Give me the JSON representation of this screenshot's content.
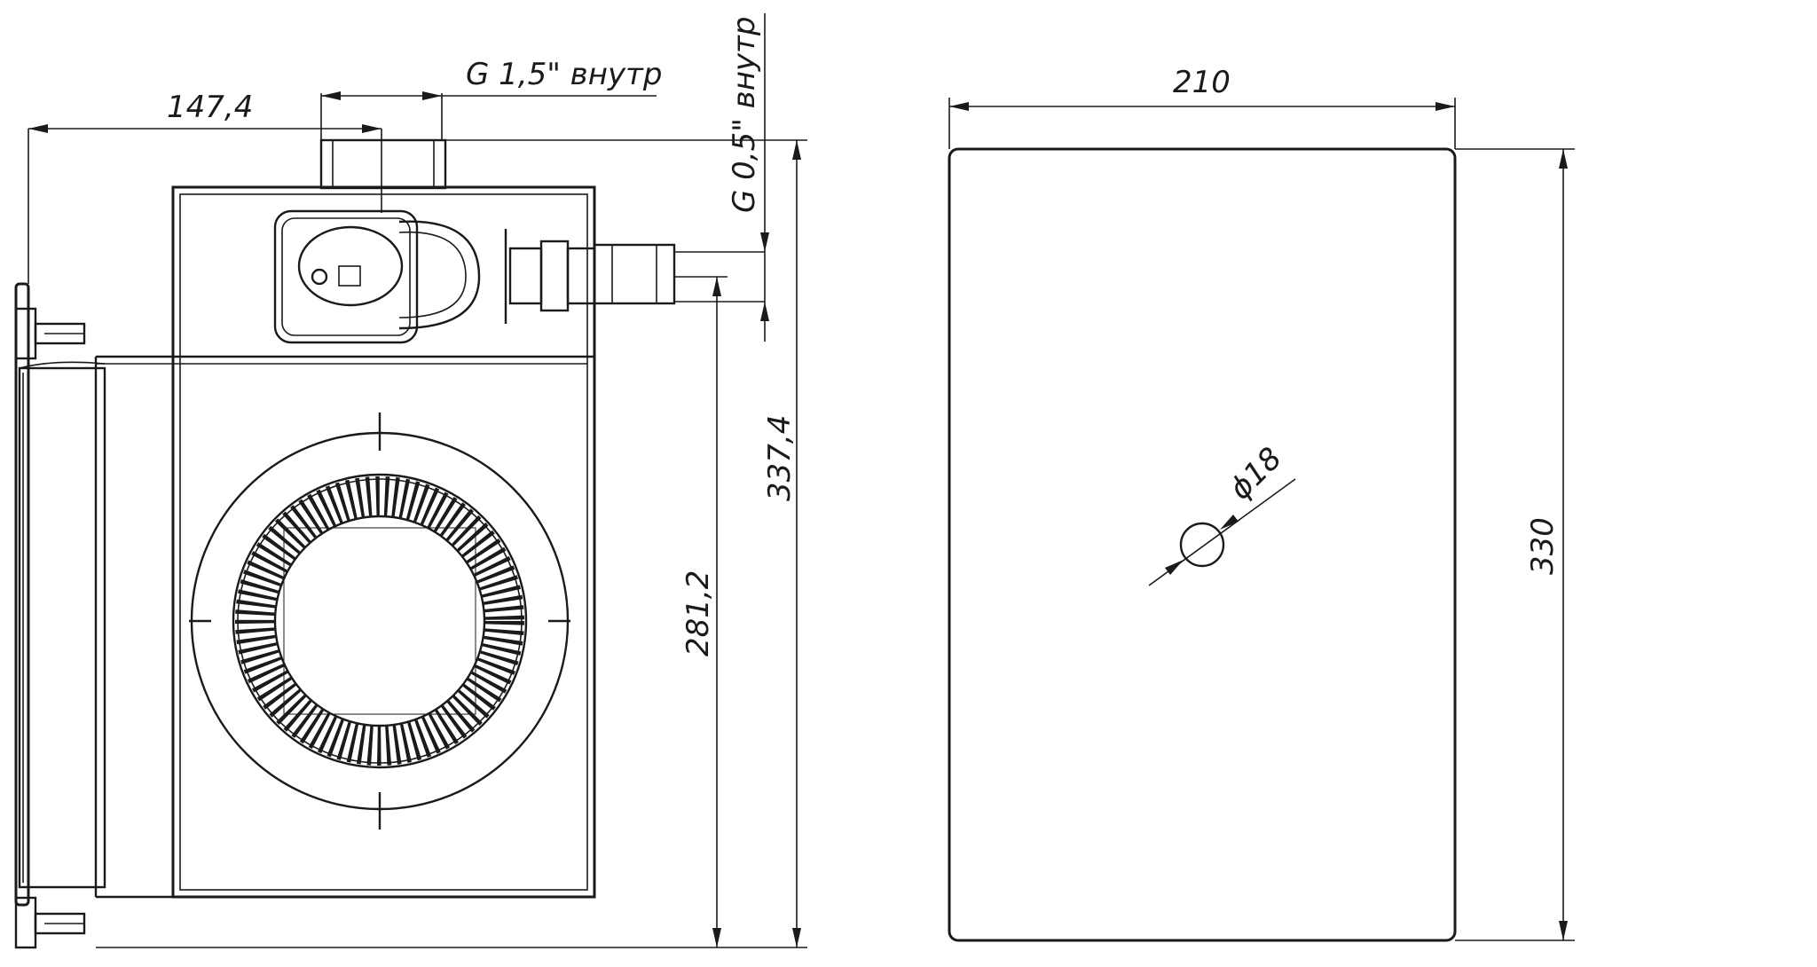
{
  "drawing": {
    "colors": {
      "line": "#1a1a1a",
      "background": "#ffffff"
    },
    "left_view": {
      "dim_width_to_inlet": "147,4",
      "dim_inlet_thread": "G 1,5\" внутр",
      "dim_side_thread": "G 0,5\" внутр",
      "dim_total_height": "337,4",
      "dim_lower_height": "281,2"
    },
    "right_view": {
      "dim_width": "210",
      "dim_height": "330",
      "dim_hole_diameter": "ϕ18"
    }
  }
}
